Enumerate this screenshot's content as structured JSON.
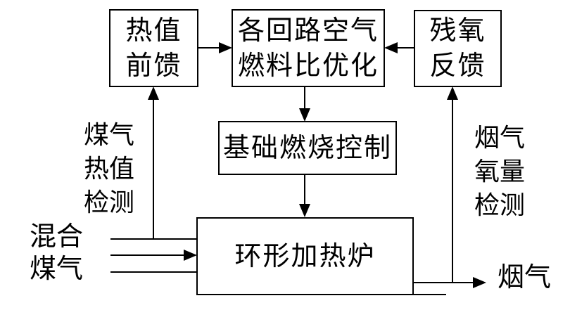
{
  "diagram": {
    "colors": {
      "stroke": "#000000",
      "background": "#ffffff",
      "text": "#000000"
    },
    "boxes": [
      {
        "name": "calorific-feedforward",
        "lines": [
          "热值",
          "前馈"
        ]
      },
      {
        "name": "air-fuel-ratio-optimization",
        "lines": [
          "各回路空气",
          "燃料比优化"
        ]
      },
      {
        "name": "residual-oxygen-feedback",
        "lines": [
          "残氧",
          "反馈"
        ]
      },
      {
        "name": "basic-combustion-control",
        "lines": [
          "基础燃烧控制"
        ]
      },
      {
        "name": "annular-heating-furnace",
        "lines": [
          "环形加热炉"
        ]
      }
    ],
    "labels": [
      {
        "name": "gas-calorific-detection",
        "lines": [
          "煤气",
          "热值",
          "检测"
        ]
      },
      {
        "name": "flue-oxygen-detection",
        "lines": [
          "烟气",
          "氧量",
          "检测"
        ]
      },
      {
        "name": "mixed-gas",
        "lines": [
          "混合",
          "煤气"
        ]
      },
      {
        "name": "flue-gas",
        "lines": [
          "烟气"
        ]
      }
    ]
  }
}
